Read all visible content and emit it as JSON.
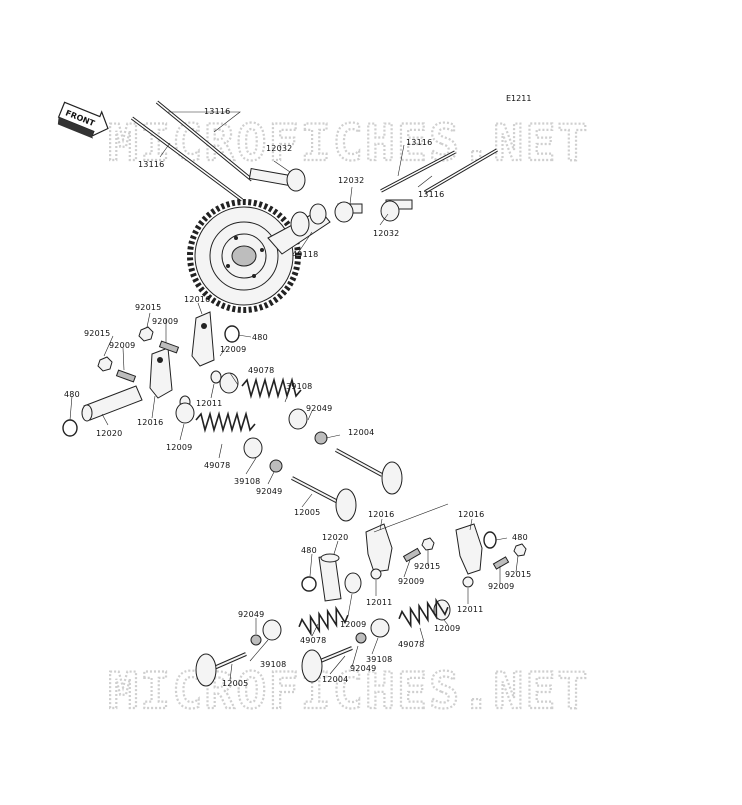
{
  "diagram": {
    "code": "E1211",
    "front_label": "FRONT",
    "watermark": "MICROFICHES.NET",
    "labels": {
      "p13116_a": "13116",
      "p13116_b": "13116",
      "p13116_c": "13116",
      "p13116_d": "13116",
      "p12032_a": "12032",
      "p12032_b": "12032",
      "p12032_c": "12032",
      "p49118": "49118",
      "p92015_a": "92015",
      "p92015_b": "92015",
      "p92015_c": "92015",
      "p92015_d": "92015",
      "p92009_a": "92009",
      "p92009_b": "92009",
      "p92009_c": "92009",
      "p92009_d": "92009",
      "p12016_a": "12016",
      "p12016_b": "12016",
      "p12016_c": "12016",
      "p12016_d": "12016",
      "p480_a": "480",
      "p480_b": "480",
      "p480_c": "480",
      "p480_d": "480",
      "p12009_a": "12009",
      "p12009_b": "12009",
      "p12009_c": "12009",
      "p12009_d": "12009",
      "p12011_a": "12011",
      "p12011_b": "12011",
      "p12011_c": "12011",
      "p49078_a": "49078",
      "p49078_b": "49078",
      "p49078_c": "49078",
      "p49078_d": "49078",
      "p39108_a": "39108",
      "p39108_b": "39108",
      "p39108_c": "39108",
      "p39108_d": "39108",
      "p92049_a": "92049",
      "p92049_b": "92049",
      "p92049_c": "92049",
      "p92049_d": "92049",
      "p12004_a": "12004",
      "p12004_b": "12004",
      "p12005_a": "12005",
      "p12005_b": "12005",
      "p12020_a": "12020",
      "p12020_b": "12020"
    }
  }
}
